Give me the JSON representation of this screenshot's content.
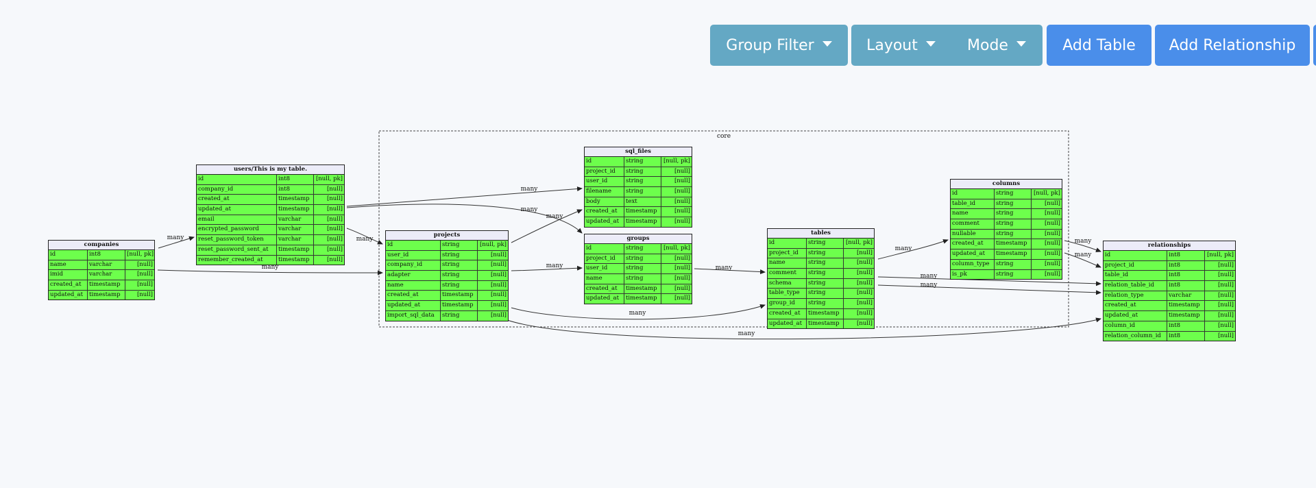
{
  "toolbar": {
    "group_filter": "Group Filter",
    "layout": "Layout",
    "mode": "Mode",
    "add_table": "Add Table",
    "add_relationship": "Add Relationship"
  },
  "group": {
    "name": "core"
  },
  "edge_label": "many",
  "tables": [
    {
      "id": "companies",
      "title": "companies",
      "columns": [
        [
          "id",
          "int8",
          "[null, pk]"
        ],
        [
          "name",
          "varchar",
          "[null]"
        ],
        [
          "imid",
          "varchar",
          "[null]"
        ],
        [
          "created_at",
          "timestamp",
          "[null]"
        ],
        [
          "updated_at",
          "timestamp",
          "[null]"
        ]
      ]
    },
    {
      "id": "users",
      "title": "users/This is my table.",
      "columns": [
        [
          "id",
          "int8",
          "[null, pk]"
        ],
        [
          "company_id",
          "int8",
          "[null]"
        ],
        [
          "created_at",
          "timestamp",
          "[null]"
        ],
        [
          "updated_at",
          "timestamp",
          "[null]"
        ],
        [
          "email",
          "varchar",
          "[null]"
        ],
        [
          "encrypted_password",
          "varchar",
          "[null]"
        ],
        [
          "reset_password_token",
          "varchar",
          "[null]"
        ],
        [
          "reset_password_sent_at",
          "timestamp",
          "[null]"
        ],
        [
          "remember_created_at",
          "timestamp",
          "[null]"
        ]
      ]
    },
    {
      "id": "projects",
      "title": "projects",
      "columns": [
        [
          "id",
          "string",
          "[null, pk]"
        ],
        [
          "user_id",
          "string",
          "[null]"
        ],
        [
          "company_id",
          "string",
          "[null]"
        ],
        [
          "adapter",
          "string",
          "[null]"
        ],
        [
          "name",
          "string",
          "[null]"
        ],
        [
          "created_at",
          "timestamp",
          "[null]"
        ],
        [
          "updated_at",
          "timestamp",
          "[null]"
        ],
        [
          "import_sql_data",
          "string",
          "[null]"
        ]
      ]
    },
    {
      "id": "sql_files",
      "title": "sql_files",
      "columns": [
        [
          "id",
          "string",
          "[null, pk]"
        ],
        [
          "project_id",
          "string",
          "[null]"
        ],
        [
          "user_id",
          "string",
          "[null]"
        ],
        [
          "filename",
          "string",
          "[null]"
        ],
        [
          "body",
          "text",
          "[null]"
        ],
        [
          "created_at",
          "timestamp",
          "[null]"
        ],
        [
          "updated_at",
          "timestamp",
          "[null]"
        ]
      ]
    },
    {
      "id": "groups",
      "title": "groups",
      "columns": [
        [
          "id",
          "string",
          "[null, pk]"
        ],
        [
          "project_id",
          "string",
          "[null]"
        ],
        [
          "user_id",
          "string",
          "[null]"
        ],
        [
          "name",
          "string",
          "[null]"
        ],
        [
          "created_at",
          "timestamp",
          "[null]"
        ],
        [
          "updated_at",
          "timestamp",
          "[null]"
        ]
      ]
    },
    {
      "id": "tables",
      "title": "tables",
      "columns": [
        [
          "id",
          "string",
          "[null, pk]"
        ],
        [
          "project_id",
          "string",
          "[null]"
        ],
        [
          "name",
          "string",
          "[null]"
        ],
        [
          "comment",
          "string",
          "[null]"
        ],
        [
          "schema",
          "string",
          "[null]"
        ],
        [
          "table_type",
          "string",
          "[null]"
        ],
        [
          "group_id",
          "string",
          "[null]"
        ],
        [
          "created_at",
          "timestamp",
          "[null]"
        ],
        [
          "updated_at",
          "timestamp",
          "[null]"
        ]
      ]
    },
    {
      "id": "columns",
      "title": "columns",
      "columns": [
        [
          "id",
          "string",
          "[null, pk]"
        ],
        [
          "table_id",
          "string",
          "[null]"
        ],
        [
          "name",
          "string",
          "[null]"
        ],
        [
          "comment",
          "string",
          "[null]"
        ],
        [
          "nullable",
          "string",
          "[null]"
        ],
        [
          "created_at",
          "timestamp",
          "[null]"
        ],
        [
          "updated_at",
          "timestamp",
          "[null]"
        ],
        [
          "column_type",
          "string",
          "[null]"
        ],
        [
          "is_pk",
          "string",
          "[null]"
        ]
      ]
    },
    {
      "id": "relationships",
      "title": "relationships",
      "columns": [
        [
          "id",
          "int8",
          "[null, pk]"
        ],
        [
          "project_id",
          "int8",
          "[null]"
        ],
        [
          "table_id",
          "int8",
          "[null]"
        ],
        [
          "relation_table_id",
          "int8",
          "[null]"
        ],
        [
          "relation_type",
          "varchar",
          "[null]"
        ],
        [
          "created_at",
          "timestamp",
          "[null]"
        ],
        [
          "updated_at",
          "timestamp",
          "[null]"
        ],
        [
          "column_id",
          "int8",
          "[null]"
        ],
        [
          "relation_column_id",
          "int8",
          "[null]"
        ]
      ]
    }
  ],
  "relationships": [
    {
      "from": "companies",
      "to": "users",
      "label": "many"
    },
    {
      "from": "companies",
      "to": "projects",
      "label": "many"
    },
    {
      "from": "users",
      "to": "projects",
      "label": "many"
    },
    {
      "from": "users",
      "to": "sql_files",
      "label": "many"
    },
    {
      "from": "users",
      "to": "groups",
      "label": "many"
    },
    {
      "from": "projects",
      "to": "sql_files",
      "label": "many"
    },
    {
      "from": "projects",
      "to": "groups",
      "label": "many"
    },
    {
      "from": "projects",
      "to": "tables",
      "label": "many"
    },
    {
      "from": "projects",
      "to": "relationships",
      "label": "many"
    },
    {
      "from": "groups",
      "to": "tables",
      "label": "many"
    },
    {
      "from": "tables",
      "to": "columns",
      "label": "many"
    },
    {
      "from": "tables",
      "to": "relationships",
      "label": "many"
    },
    {
      "from": "tables",
      "to": "relationships",
      "label": "many"
    },
    {
      "from": "columns",
      "to": "relationships",
      "label": "many"
    },
    {
      "from": "columns",
      "to": "relationships",
      "label": "many"
    }
  ],
  "colors": {
    "table_fill": "#6dff4c",
    "table_header": "#ececf8",
    "toolbar_muted": "#64a8c4",
    "toolbar_primary": "#4a8eea",
    "background": "#f6f8fb"
  }
}
